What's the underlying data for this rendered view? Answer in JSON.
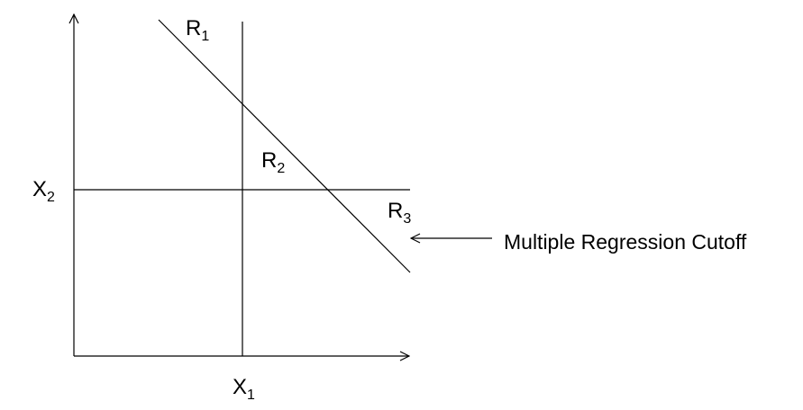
{
  "labels": {
    "r1": {
      "main": "R",
      "sub": "1"
    },
    "r2": {
      "main": "R",
      "sub": "2"
    },
    "r3": {
      "main": "R",
      "sub": "3"
    },
    "x1": {
      "main": "X",
      "sub": "1"
    },
    "x2": {
      "main": "X",
      "sub": "2"
    },
    "annotation": "Multiple Regression Cutoff"
  },
  "colors": {
    "stroke": "#000000",
    "background": "#ffffff"
  }
}
